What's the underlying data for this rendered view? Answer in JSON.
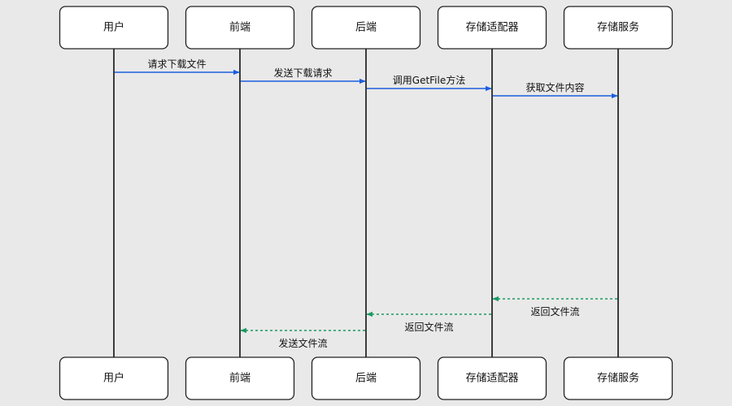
{
  "participants": [
    {
      "id": "user",
      "label": "用户"
    },
    {
      "id": "frontend",
      "label": "前端"
    },
    {
      "id": "backend",
      "label": "后端"
    },
    {
      "id": "adapter",
      "label": "存储适配器"
    },
    {
      "id": "storage",
      "label": "存储服务"
    }
  ],
  "messages": [
    {
      "from": "user",
      "to": "frontend",
      "label": "请求下载文件",
      "style": "solid",
      "label_position": "above"
    },
    {
      "from": "frontend",
      "to": "backend",
      "label": "发送下载请求",
      "style": "solid",
      "label_position": "above"
    },
    {
      "from": "backend",
      "to": "adapter",
      "label": "调用GetFile方法",
      "style": "solid",
      "label_position": "above"
    },
    {
      "from": "adapter",
      "to": "storage",
      "label": "获取文件内容",
      "style": "solid",
      "label_position": "above"
    },
    {
      "from": "storage",
      "to": "adapter",
      "label": "返回文件流",
      "style": "dashed",
      "label_position": "below"
    },
    {
      "from": "adapter",
      "to": "backend",
      "label": "返回文件流",
      "style": "dashed",
      "label_position": "below"
    },
    {
      "from": "backend",
      "to": "frontend",
      "label": "发送文件流",
      "style": "dashed",
      "label_position": "below"
    }
  ],
  "colors": {
    "request": "#1a5fe0",
    "response": "#1a9a63",
    "lifeline": "#111111",
    "box_fill": "#ffffff",
    "background": "#e9e9e9"
  }
}
